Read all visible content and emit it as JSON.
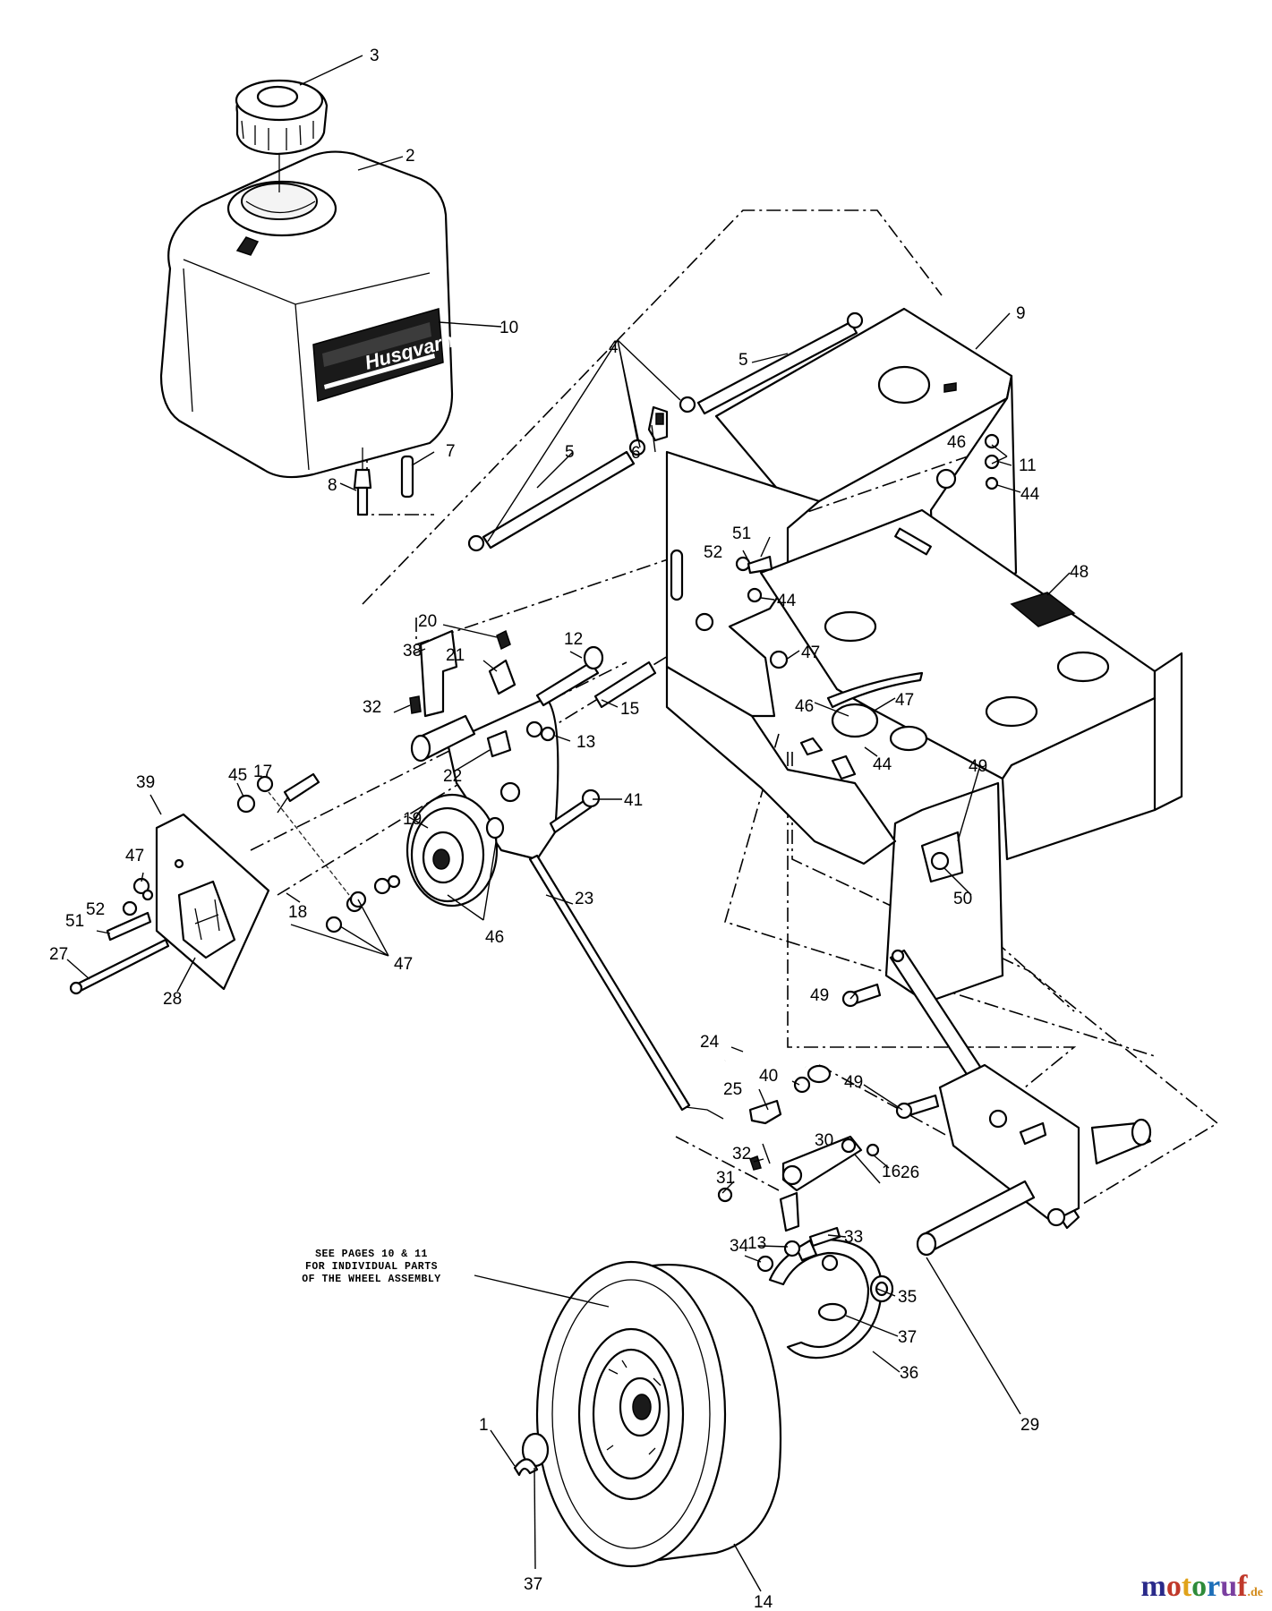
{
  "callouts": [
    {
      "num": "1"
    },
    {
      "num": "2"
    },
    {
      "num": "3"
    },
    {
      "num": "4"
    },
    {
      "num": "5"
    },
    {
      "num": "5"
    },
    {
      "num": "6"
    },
    {
      "num": "7"
    },
    {
      "num": "8"
    },
    {
      "num": "9"
    },
    {
      "num": "10"
    },
    {
      "num": "11"
    },
    {
      "num": "12"
    },
    {
      "num": "13"
    },
    {
      "num": "13"
    },
    {
      "num": "14"
    },
    {
      "num": "15"
    },
    {
      "num": "16"
    },
    {
      "num": "17"
    },
    {
      "num": "18"
    },
    {
      "num": "19"
    },
    {
      "num": "20"
    },
    {
      "num": "21"
    },
    {
      "num": "22"
    },
    {
      "num": "23"
    },
    {
      "num": "24"
    },
    {
      "num": "25"
    },
    {
      "num": "26"
    },
    {
      "num": "27"
    },
    {
      "num": "28"
    },
    {
      "num": "29"
    },
    {
      "num": "30"
    },
    {
      "num": "31"
    },
    {
      "num": "32"
    },
    {
      "num": "32"
    },
    {
      "num": "33"
    },
    {
      "num": "34"
    },
    {
      "num": "35"
    },
    {
      "num": "36"
    },
    {
      "num": "37"
    },
    {
      "num": "37"
    },
    {
      "num": "38"
    },
    {
      "num": "39"
    },
    {
      "num": "40"
    },
    {
      "num": "41"
    },
    {
      "num": "44"
    },
    {
      "num": "44"
    },
    {
      "num": "44"
    },
    {
      "num": "45"
    },
    {
      "num": "46"
    },
    {
      "num": "46"
    },
    {
      "num": "46"
    },
    {
      "num": "47"
    },
    {
      "num": "47"
    },
    {
      "num": "47"
    },
    {
      "num": "47"
    },
    {
      "num": "48"
    },
    {
      "num": "49"
    },
    {
      "num": "49"
    },
    {
      "num": "49"
    },
    {
      "num": "50"
    },
    {
      "num": "51"
    },
    {
      "num": "51"
    },
    {
      "num": "52"
    },
    {
      "num": "52"
    }
  ],
  "note": {
    "line1": "SEE PAGES 10 & 11",
    "line2": "FOR INDIVIDUAL PARTS",
    "line3": "OF THE WHEEL ASSEMBLY"
  },
  "brand_label": "Husqvarna",
  "watermark": {
    "name": "motoruf",
    "tld": ".de"
  },
  "colors": {
    "ink": "#000000",
    "paper": "#ffffff",
    "wm_m": "#2a2a8a",
    "wm_o1": "#c0392b",
    "wm_t": "#e0a21a",
    "wm_o2": "#2e8b3a",
    "wm_r": "#1e6fb8",
    "wm_u": "#7a3fa0",
    "wm_f": "#c0392b"
  }
}
